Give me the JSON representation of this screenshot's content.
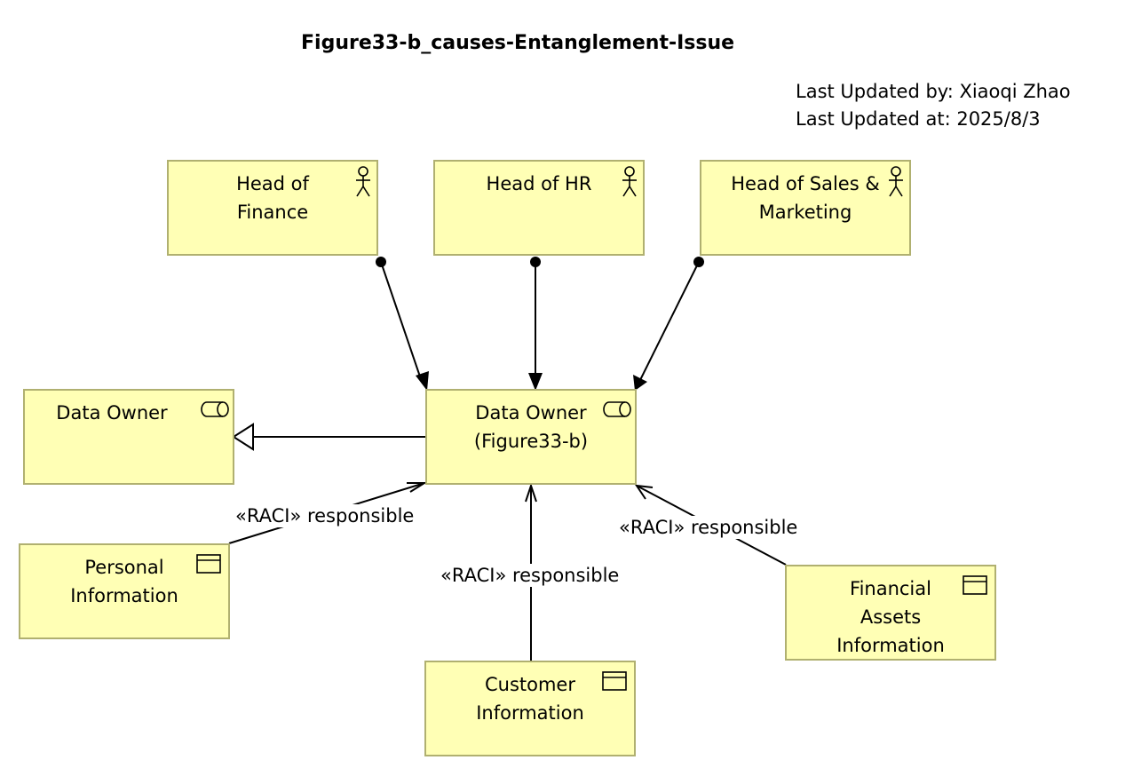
{
  "diagram": {
    "title": "Figure33-b_causes-Entanglement-Issue",
    "updated_by": "Last Updated by: Xiaoqi Zhao",
    "updated_at": "Last Updated at: 2025/8/3"
  },
  "nodes": {
    "head_finance": {
      "lines": [
        "Head of",
        "Finance"
      ],
      "icon": "actor-icon"
    },
    "head_hr": {
      "lines": [
        "Head of HR"
      ],
      "icon": "actor-icon"
    },
    "head_sales": {
      "lines": [
        "Head of Sales &",
        "Marketing"
      ],
      "icon": "actor-icon"
    },
    "data_owner": {
      "lines": [
        "Data Owner"
      ],
      "icon": "role-icon"
    },
    "data_owner_b": {
      "lines": [
        "Data Owner",
        "(Figure33-b)"
      ],
      "icon": "role-icon"
    },
    "personal_info": {
      "lines": [
        "Personal",
        "Information"
      ],
      "icon": "business-object-icon"
    },
    "customer_info": {
      "lines": [
        "Customer",
        "Information"
      ],
      "icon": "business-object-icon"
    },
    "financial_info": {
      "lines": [
        "Financial",
        "Assets",
        "Information"
      ],
      "icon": "business-object-icon"
    }
  },
  "relations": {
    "personal": "«RACI» responsible",
    "customer": "«RACI» responsible",
    "financial": "«RACI» responsible"
  },
  "colors": {
    "node_fill": "#ffffb5",
    "node_border": "#b0b070",
    "line": "#000000"
  }
}
